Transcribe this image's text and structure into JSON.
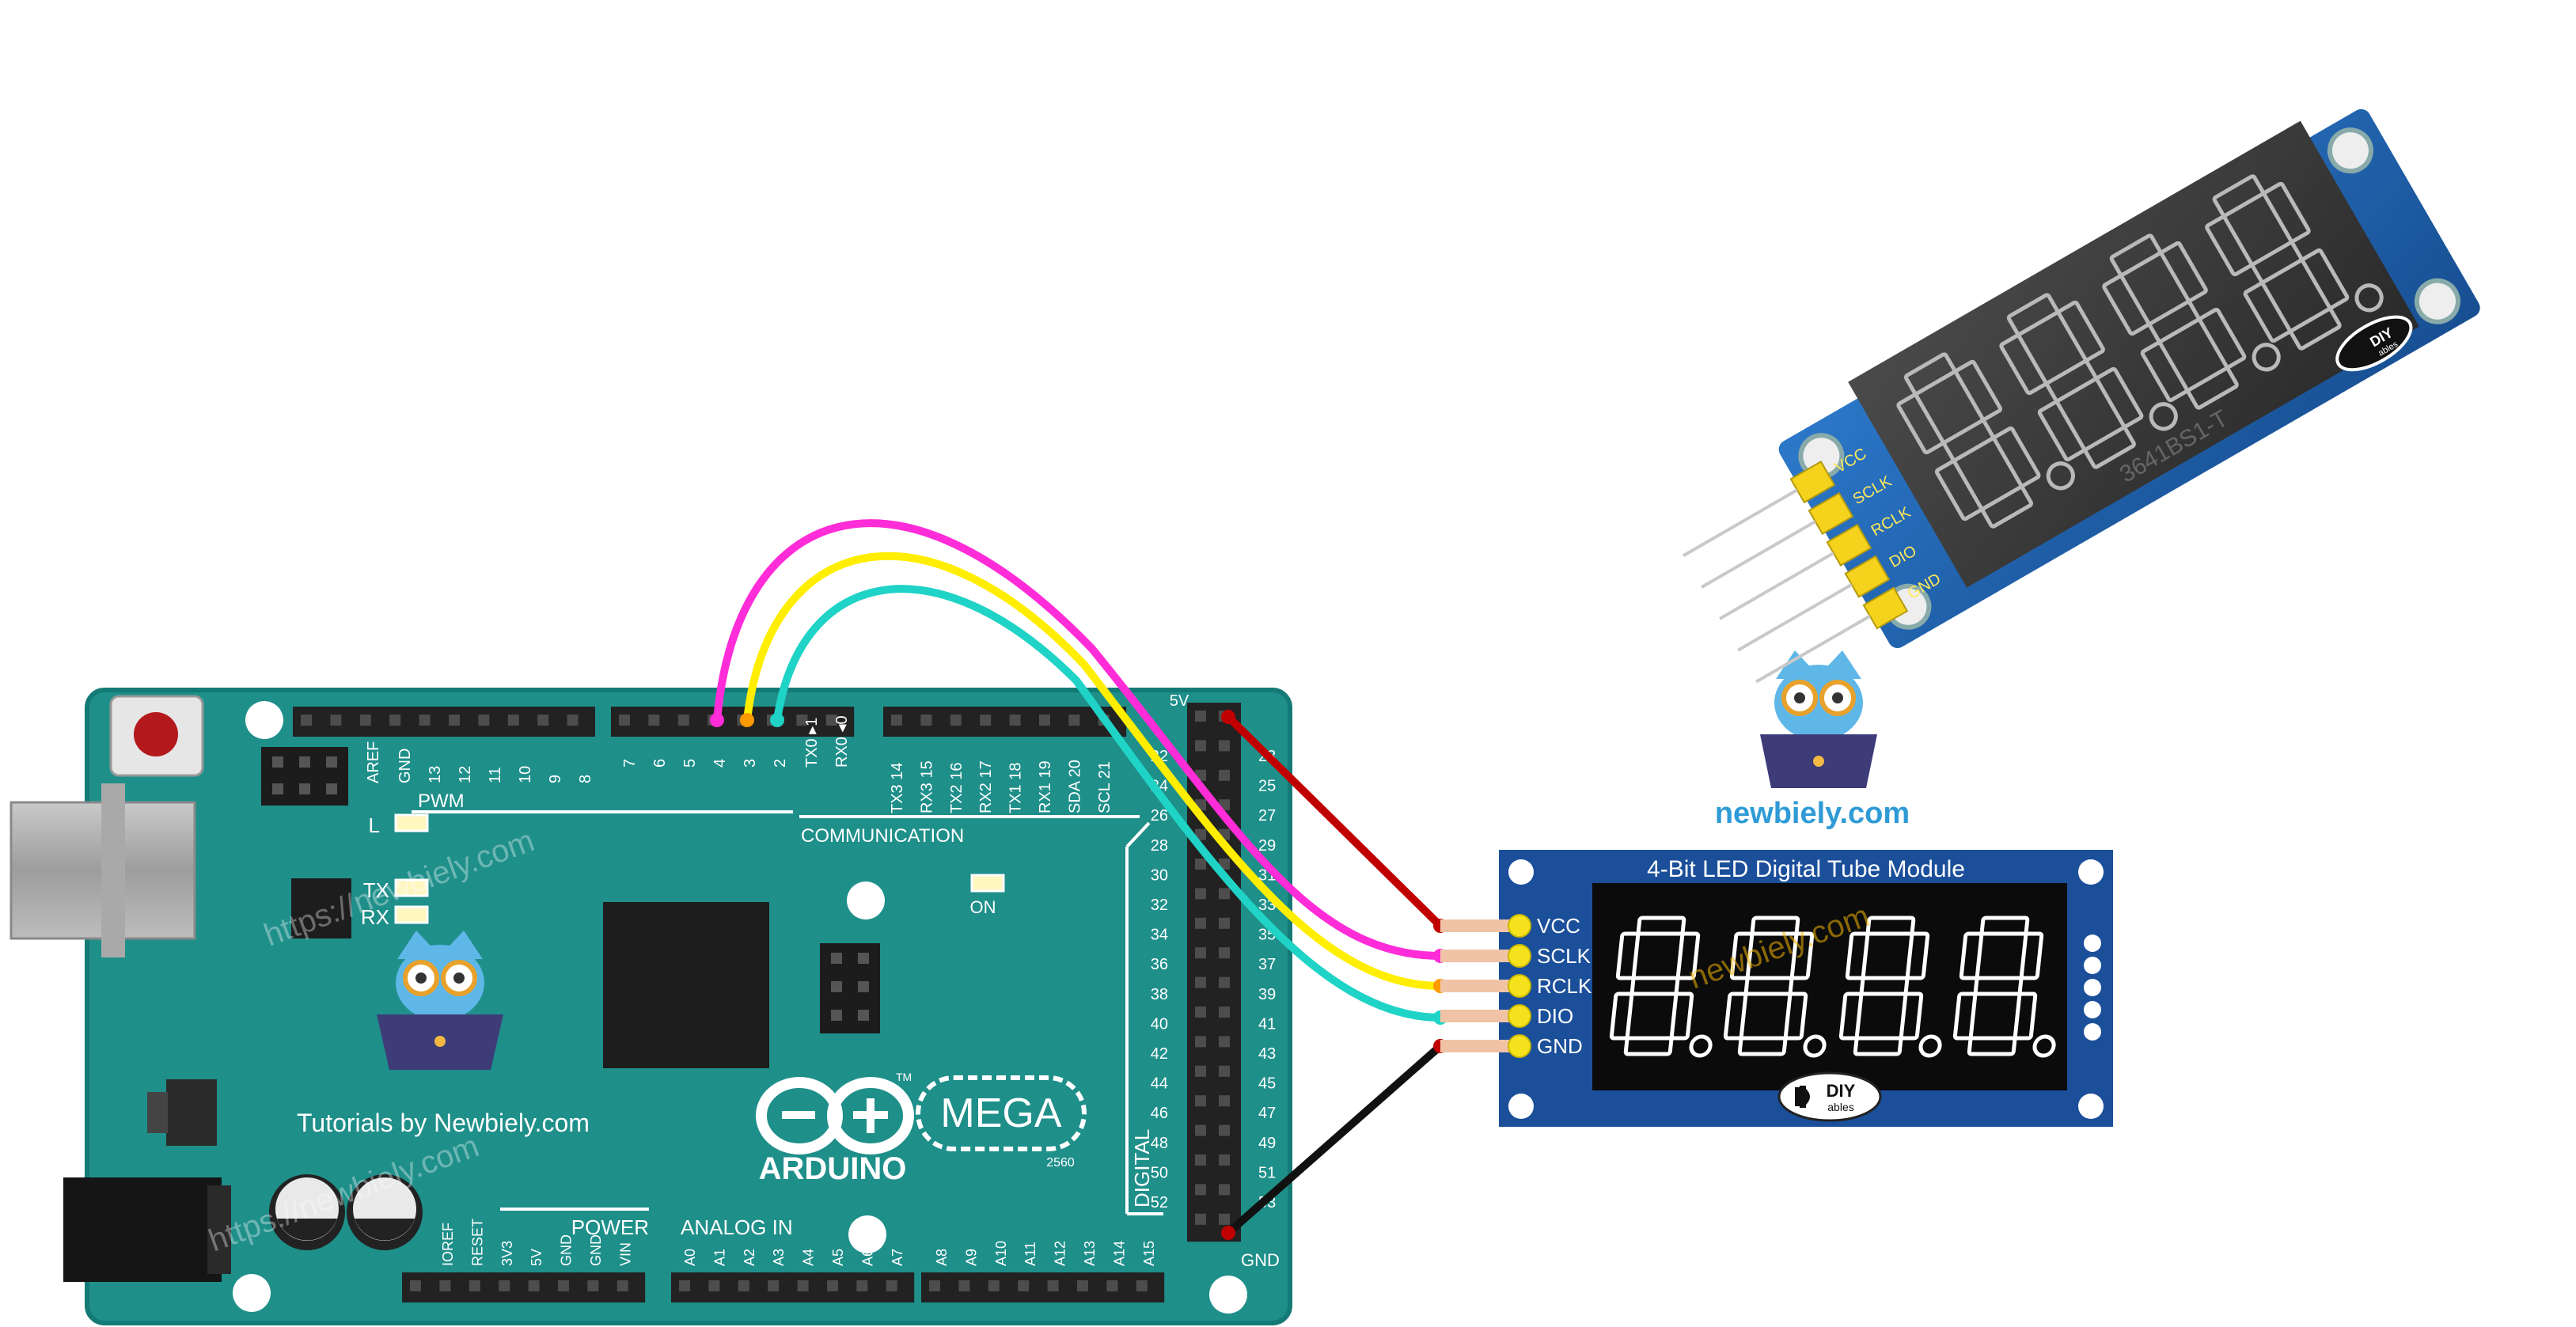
{
  "colors": {
    "board": "#1f8f8a",
    "board_edge": "#12706c",
    "header": "#222222",
    "silk": "#ffffff",
    "module_blue": "#1b4f9a",
    "display_black": "#0b0b0b",
    "segment_white": "#ffffff",
    "pin_yellow": "#f5e21c",
    "brand_blue": "#2f9bd6",
    "wire_vcc": "#c00000",
    "wire_sclk": "#ff2cd8",
    "wire_rclk": "#ffee00",
    "wire_dio": "#1fd3c6",
    "wire_gnd": "#111111"
  },
  "arduino": {
    "top_digital": [
      "AREF",
      "GND",
      "13",
      "12",
      "11",
      "10",
      "9",
      "8",
      "7",
      "6",
      "5",
      "4",
      "3",
      "2",
      "TX0 ▸1",
      "RX0 ◂0"
    ],
    "comm_pins": [
      "TX3 14",
      "RX3 15",
      "TX2 16",
      "RX2 17",
      "TX1 18",
      "RX1 19",
      "SDA 20",
      "SCL 21"
    ],
    "pwm_label": "PWM",
    "communication_label": "COMMUNICATION",
    "led_l": "L",
    "led_tx": "TX",
    "led_rx": "RX",
    "on_label": "ON",
    "right_5v": "5V",
    "right_header_left": [
      "22",
      "24",
      "26",
      "28",
      "30",
      "32",
      "34",
      "36",
      "38",
      "40",
      "42",
      "44",
      "46",
      "48",
      "50",
      "52"
    ],
    "right_header_right": [
      "23",
      "25",
      "27",
      "29",
      "31",
      "33",
      "35",
      "37",
      "39",
      "41",
      "43",
      "45",
      "47",
      "49",
      "51",
      "53"
    ],
    "digital_label": "DIGITAL",
    "gnd_label": "GND",
    "power_label": "POWER",
    "power_pins": [
      "IOREF",
      "RESET",
      "3V3",
      "5V",
      "GND",
      "GND",
      "VIN"
    ],
    "analog_label": "ANALOG IN",
    "analog_pins": [
      "A0",
      "A1",
      "A2",
      "A3",
      "A4",
      "A5",
      "A6",
      "A7",
      "A8",
      "A9",
      "A10",
      "A11",
      "A12",
      "A13",
      "A14",
      "A15"
    ],
    "logo_text": "ARDUINO",
    "mega_text": "MEGA",
    "model_text": "2560",
    "tm_text": "TM",
    "tutorials_text": "Tutorials by Newbiely.com",
    "watermark": "https://newbiely.com"
  },
  "module_diagram": {
    "title": "4-Bit LED Digital Tube Module",
    "pins": [
      "VCC",
      "SCLK",
      "RCLK",
      "DIO",
      "GND"
    ],
    "watermark": "newbiely.com",
    "badge_top": "DIY",
    "badge_bottom": "ables"
  },
  "module_photo": {
    "pin_labels": [
      "VCC",
      "SCLK",
      "RCLK",
      "DIO",
      "GND"
    ],
    "part_number": "3641BS1-T",
    "badge_top": "DIY",
    "badge_bottom": "ables"
  },
  "brand": {
    "name": "newbiely.com"
  }
}
